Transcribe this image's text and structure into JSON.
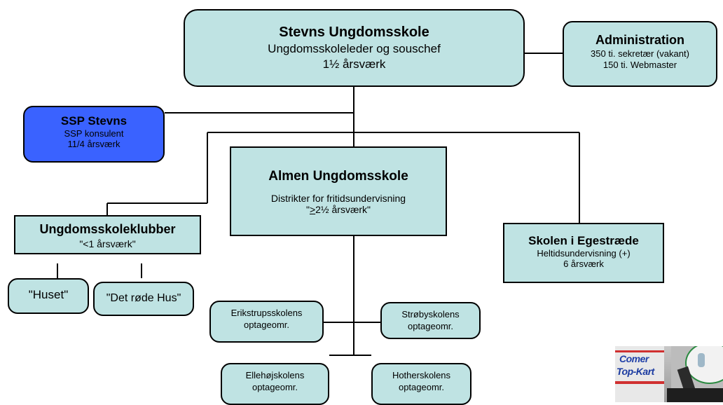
{
  "root": {
    "title": "Stevns Ungdomsskole",
    "line1": "Ungdomsskoleleder og souschef",
    "line2": "1½ årsværk"
  },
  "administration": {
    "title": "Administration",
    "line1": "350 ti. sekretær (vakant)",
    "line2": "150 ti. Webmaster"
  },
  "ssp": {
    "title": "SSP  Stevns",
    "line1": "SSP konsulent",
    "line2": "11/4 årsværk",
    "fill_color": "#3a62ff"
  },
  "almen": {
    "title": "Almen Ungdomsskole",
    "line1": "Distrikter for fritidsundervisning",
    "line2_prefix": "\"",
    "line2_symbol": ">",
    "line2_rest": "2½ årsværk\""
  },
  "klubber": {
    "title": "Ungdomsskoleklubber",
    "line1": "\"<1 årsværk\""
  },
  "egestraede": {
    "title": "Skolen i Egestræde",
    "line1": "Heltidsundervisning (+)",
    "line2": "6 årsværk"
  },
  "huset": {
    "label": "\"Huset\""
  },
  "rode_hus": {
    "label": "\"Det røde Hus\""
  },
  "districts": {
    "erikstrup": {
      "line1": "Erikstrupsskolens",
      "line2": "optageomr."
    },
    "strobY": {
      "line1": "Strøbyskolens",
      "line2": "optageomr."
    },
    "ellehoj": {
      "line1": "Ellehøjskolens",
      "line2": "optageomr."
    },
    "hother": {
      "line1": "Hotherskolens",
      "line2": "optageomr."
    }
  },
  "photo": {
    "logo1": "Comer",
    "logo2": "Top-Kart"
  },
  "colors": {
    "box_fill": "#bfe3e3",
    "ssp_fill": "#3a62ff",
    "line": "#000000"
  }
}
